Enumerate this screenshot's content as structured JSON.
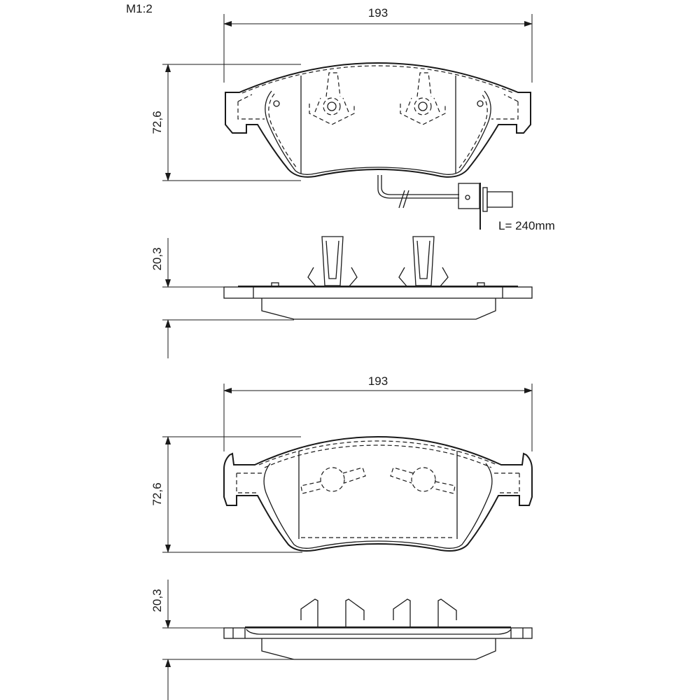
{
  "scale_label": "M1:2",
  "view1": {
    "width_label": "193",
    "height_label": "72,6",
    "thickness_label": "20,3",
    "sensor_length_label": "L= 240mm"
  },
  "view2": {
    "width_label": "193",
    "height_label": "72,6",
    "thickness_label": "20,3"
  },
  "colors": {
    "line": "#1a1a1a",
    "background": "#ffffff"
  }
}
